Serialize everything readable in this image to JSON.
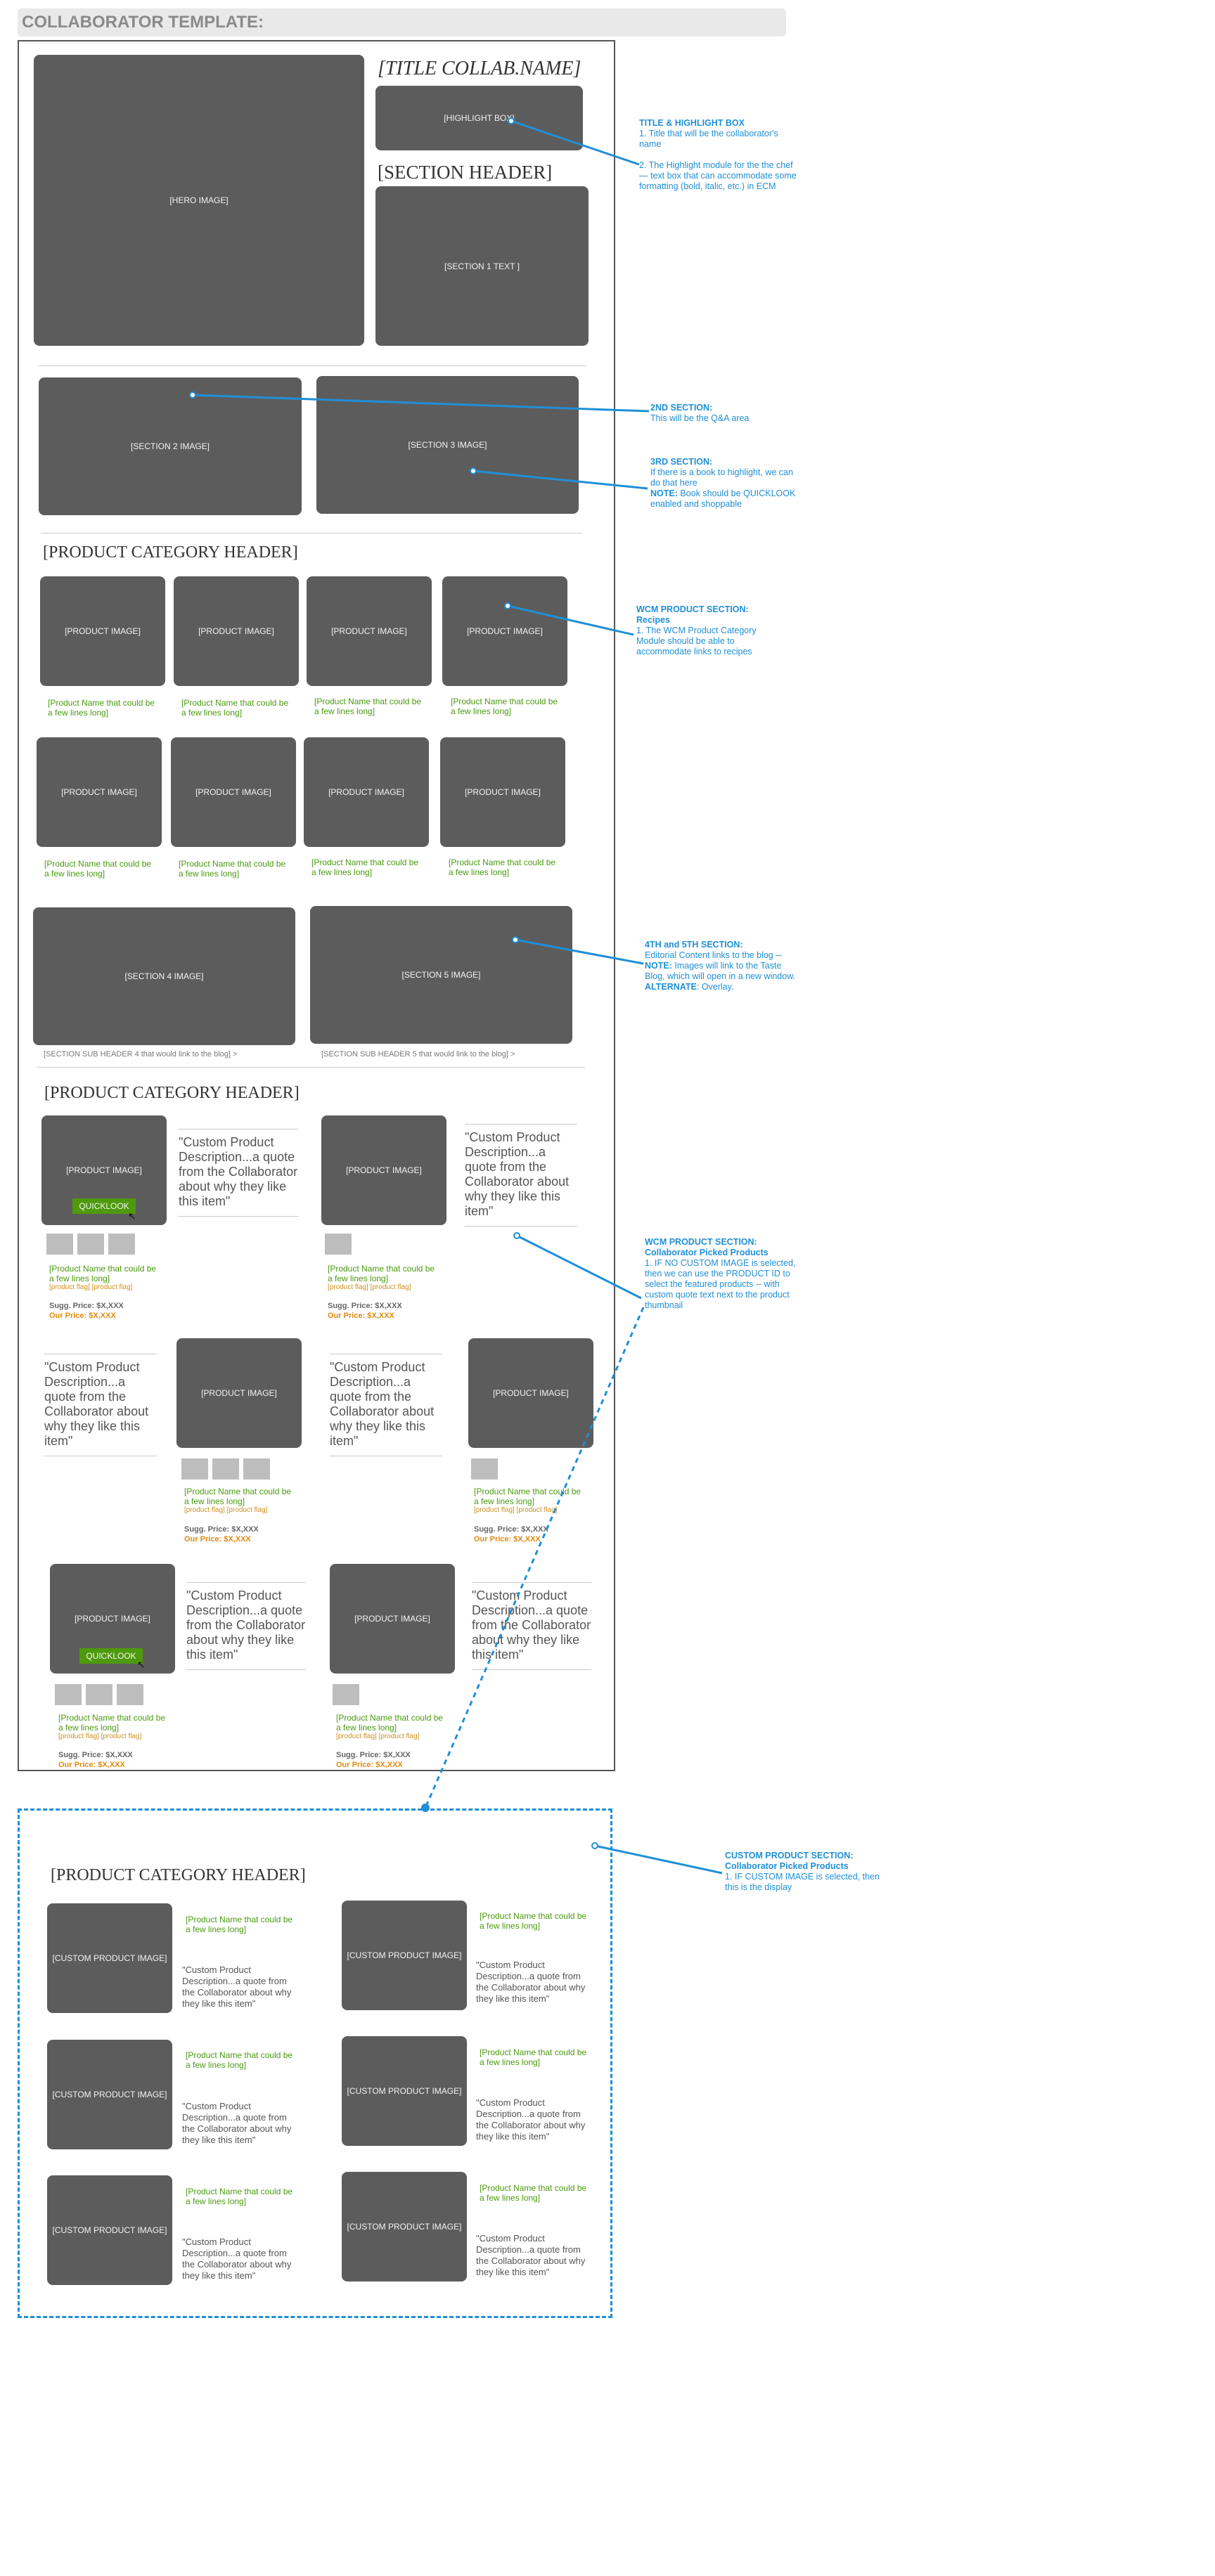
{
  "page_title": "COLLABORATOR TEMPLATE:",
  "hero": {
    "image": "[HERO IMAGE]",
    "title": "[TITLE COLLAB.NAME]",
    "highlight": "[HIGHLIGHT BOX]",
    "section_header": "[SECTION HEADER]",
    "section1_text": "[SECTION 1 TEXT ]"
  },
  "section2_image": "[SECTION 2  IMAGE]",
  "section3_image": "[SECTION 3 IMAGE]",
  "category_header": "[PRODUCT CATEGORY HEADER]",
  "product_image": "[PRODUCT IMAGE]",
  "product_name": "[Product Name that could be a few lines long]",
  "product_flags": "[product flag] [product flag]",
  "sugg_price": "Sugg. Price: $X,XXX",
  "our_price": "Our Price: $X,XXX",
  "quicklook": "QUICKLOOK",
  "quote": "\"Custom Product Description...a quote from the Collaborator about why they like this item\"",
  "section4_image": "[SECTION 4 IMAGE]",
  "section5_image": "[SECTION 5 IMAGE]",
  "section4_sub": "[SECTION SUB HEADER 4  that would link to the blog]",
  "section5_sub": "[SECTION SUB HEADER 5 that would link to the blog]",
  "custom_product_image": "[CUSTOM PRODUCT IMAGE]",
  "notes": {
    "title_highlight": {
      "heading": "TITLE & HIGHLIGHT BOX",
      "line1": "1.  Title that will be the collaborator's name",
      "line2": "2. The Highlight module for the the chef — text box that can accommodate some formatting (bold, italic, etc.) in ECM"
    },
    "second": {
      "heading": "2ND SECTION:",
      "line1": "This will be the Q&A area"
    },
    "third": {
      "heading": "3RD SECTION:",
      "line1": "If there is a book to highlight, we can do that here",
      "note_label": "NOTE:",
      "line2": " Book should be QUICKLOOK enabled and shoppable"
    },
    "wcm_recipes": {
      "heading": "WCM PRODUCT SECTION:",
      "heading2": "Recipes",
      "line1": "1. The WCM Product Category Module should be able to accommodate links to recipes"
    },
    "fourth_fifth": {
      "heading": "4TH and 5TH SECTION:",
      "line1": "Editorial Content links to the blog --",
      "note_label": "NOTE:",
      "line2": " Images will link to the Taste Blog, which will open in a new window.",
      "alt_label": "ALTERNATE",
      "line3": ": Overlay."
    },
    "wcm_collab": {
      "heading": "WCM PRODUCT SECTION:",
      "heading2": "Collaborator Picked Products",
      "line1": "1. IF NO CUSTOM IMAGE is selected, then we can use the PRODUCT ID to select the featured products -- with custom quote text next to the product thumbnail"
    },
    "custom": {
      "heading": "CUSTOM PRODUCT SECTION:",
      "heading2": "Collaborator Picked Products",
      "line1": "1. IF CUSTOM IMAGE is selected, then this is the display"
    }
  },
  "colors": {
    "annotation": "#1f8fd6",
    "placeholder": "#5c5c5c",
    "product_name": "#4a9a0f",
    "price": "#e08a10",
    "quicklook": "#4e9a0c"
  }
}
